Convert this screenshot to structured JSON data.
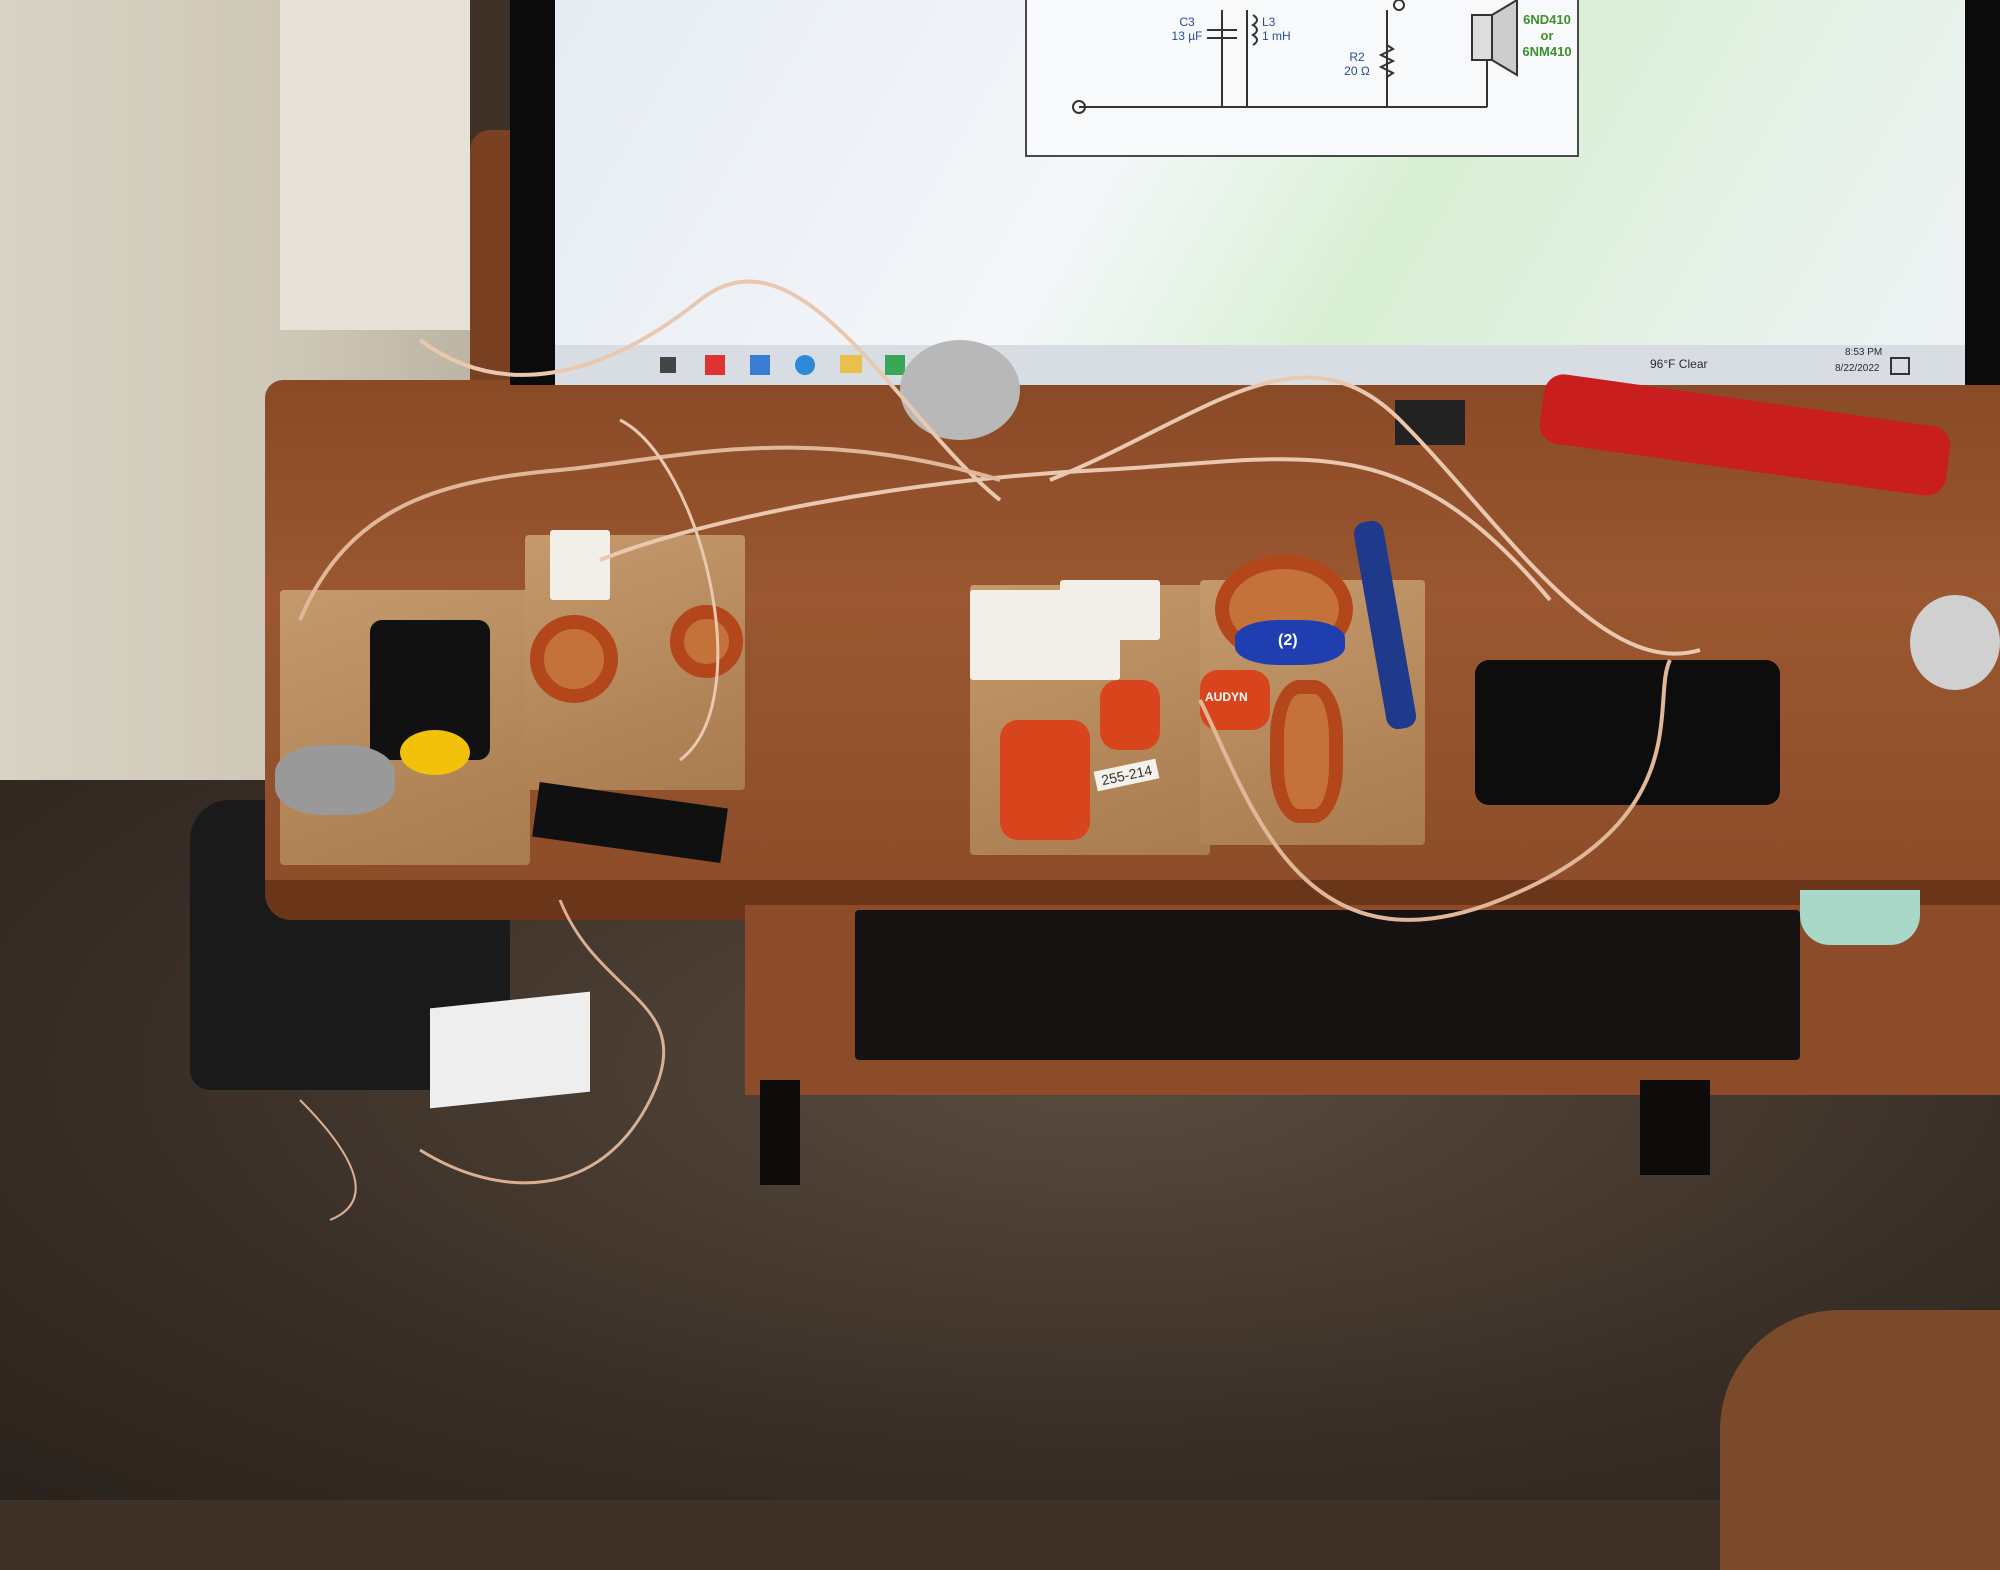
{
  "monitor": {
    "schematic": {
      "c3_name": "C3",
      "c3_value": "13 µF",
      "l3_name": "L3",
      "l3_value": "1 mH",
      "r2_name": "R2",
      "r2_value": "20 Ω",
      "driver_line1": "6ND410",
      "driver_line2": "or",
      "driver_line3": "6NM410"
    },
    "taskbar": {
      "weather": "96°F Clear",
      "time": "8:53 PM",
      "date": "8/22/2022"
    }
  },
  "bench": {
    "cap_label_left": "255-214",
    "coil_tape_label": "(2)",
    "cap_brand": "AUDYN"
  },
  "colors": {
    "wood": "#9a5730",
    "copper": "#b3461a",
    "cap_red": "#d8451c",
    "screen": "#eef2f6"
  }
}
